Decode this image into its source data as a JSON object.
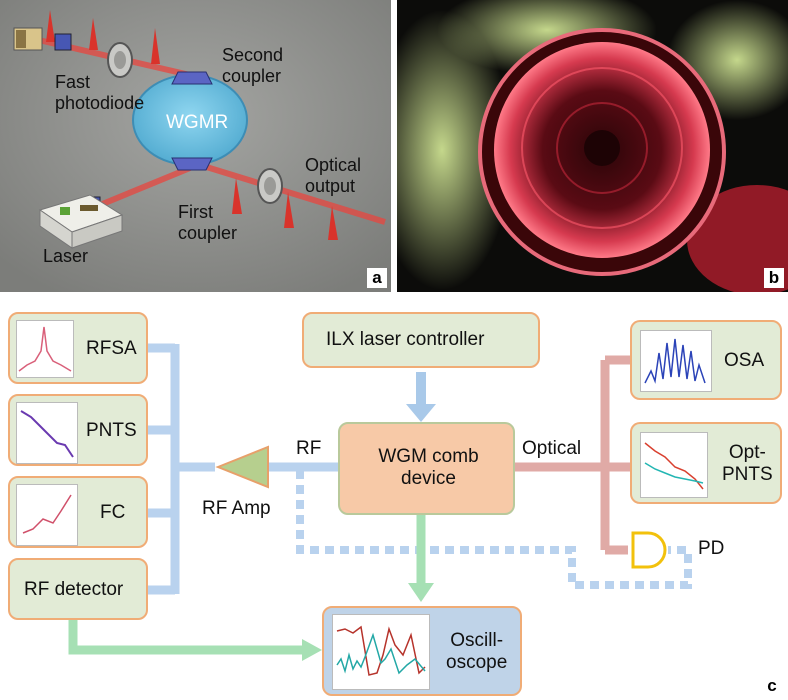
{
  "panel_a": {
    "letter": "a",
    "wgmr": "WGMR",
    "fast_photodiode": "Fast\nphotodiode",
    "second_coupler": "Second\ncoupler",
    "optical_output": "Optical\noutput",
    "first_coupler": "First\ncoupler",
    "laser": "Laser"
  },
  "panel_b": {
    "letter": "b"
  },
  "panel_c": {
    "letter": "c",
    "rfsa": "RFSA",
    "pnts": "PNTS",
    "fc": "FC",
    "rf_detector": "RF detector",
    "ilx": "ILX laser controller",
    "wgm_device": "WGM comb\ndevice",
    "rf": "RF",
    "rf_amp": "RF Amp",
    "optical": "Optical",
    "osa": "OSA",
    "opt_pnts": "Opt-\nPNTS",
    "pd": "PD",
    "oscilloscope": "Oscill-\noscope"
  },
  "colors": {
    "rf_path": "#b9d2ee",
    "optical_path": "#e0aaa6",
    "control_arrow": "#a9c9e9",
    "scope_path": "#a6e0b4",
    "box_fill": "#e2ebd6",
    "box_border": "#f0ac76",
    "device_fill": "#f7c9a7",
    "scope_fill": "#bfd3e8",
    "pd_color": "#f2c10c"
  }
}
